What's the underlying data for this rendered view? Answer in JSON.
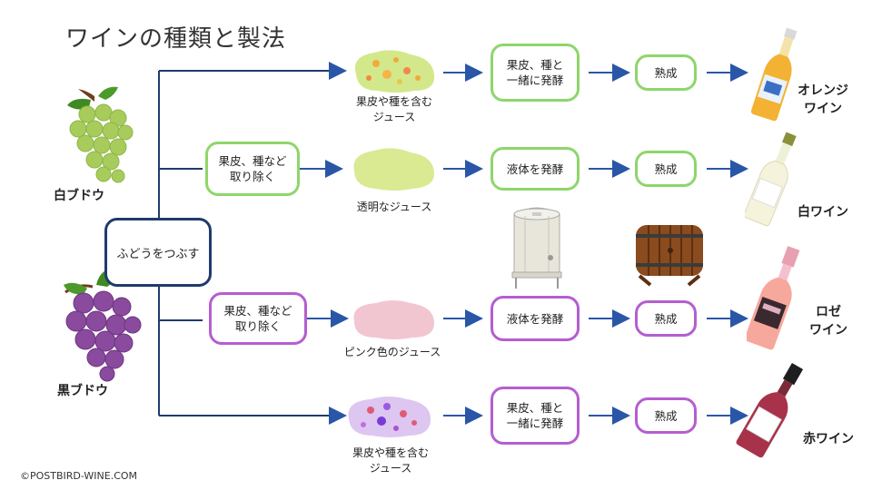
{
  "title": "ワインの種類と製法",
  "credit": "©POSTBIRD-WINE.COM",
  "grapes": {
    "white": "白ブドウ",
    "black": "黒ブドウ"
  },
  "crush": "ふどうをつぶす",
  "rows": [
    {
      "id": "orange",
      "juice": "果皮や種を含む\nジュース",
      "ferment": "果皮、種と\n一緒に発酵",
      "aging": "熟成",
      "wine": "オレンジ\nワイン",
      "color": "#8ed66b"
    },
    {
      "id": "white",
      "remove": "果皮、種など\n取り除く",
      "juice": "透明なジュース",
      "ferment": "液体を発酵",
      "aging": "熟成",
      "wine": "白ワイン",
      "color": "#8ed66b"
    },
    {
      "id": "rose",
      "remove": "果皮、種など\n取り除く",
      "juice": "ピンク色のジュース",
      "ferment": "液体を発酵",
      "aging": "熟成",
      "wine": "ロゼ\nワイン",
      "color": "#b45ed1"
    },
    {
      "id": "red",
      "juice": "果皮や種を含む\nジュース",
      "ferment": "果皮、種と\n一緒に発酵",
      "aging": "熟成",
      "wine": "赤ワイン",
      "color": "#b45ed1"
    }
  ],
  "colors": {
    "connector": "#1f3b6e",
    "arrow": "#2a56a8",
    "green_border": "#8ed66b",
    "purple_border": "#b45ed1"
  }
}
